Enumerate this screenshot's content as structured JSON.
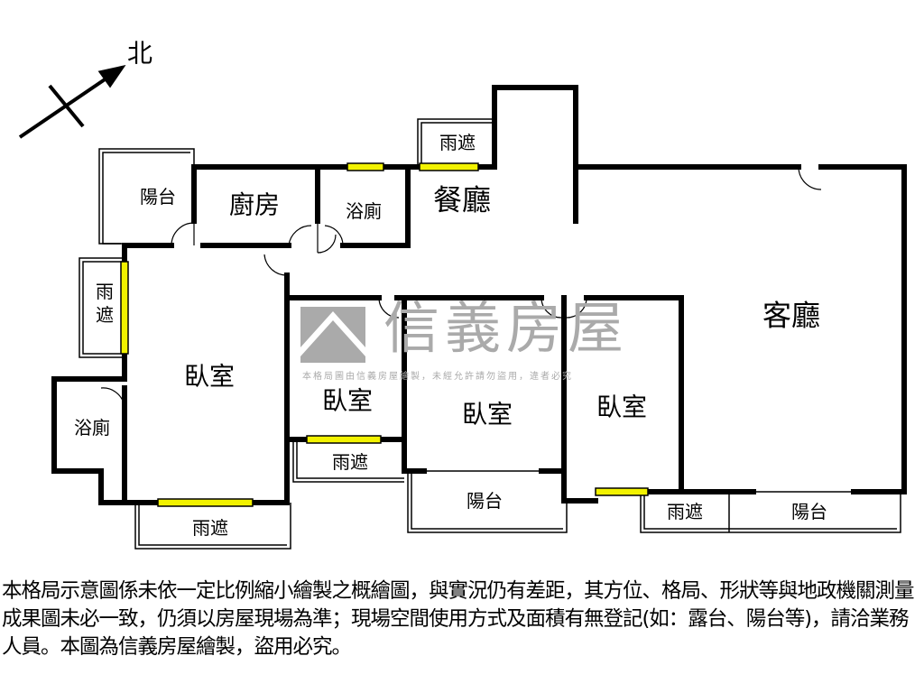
{
  "compass": {
    "label": "北",
    "icon": "north-arrow-icon"
  },
  "rooms": {
    "kitchen": "廚房",
    "bath1": "浴廁",
    "dining": "餐廳",
    "living": "客廳",
    "bedroom_main": "臥室",
    "bedroom2": "臥室",
    "bedroom3": "臥室",
    "bedroom4": "臥室",
    "bath2": "浴廁"
  },
  "balconies": {
    "top_left": "陽台",
    "top_canopy": "雨遮",
    "left_canopy": "雨遮",
    "bottom_left_canopy": "雨遮",
    "bed2_canopy": "雨遮",
    "bed3_balcony": "陽台",
    "bed4_canopy": "雨遮",
    "living_balcony": "陽台"
  },
  "watermark": {
    "brand": "信義房屋",
    "note": "本格局圖由信義房屋繪製，未經允許請勿盜用，違者必究"
  },
  "colors": {
    "wall": "#000000",
    "window": "#f2f200",
    "watermark": "#aaaaaa"
  },
  "disclaimer": "本格局示意圖係未依一定比例縮小繪製之概繪圖，與實況仍有差距，其方位、格局、形狀等與地政機關測量成果圖未必一致，仍須以房屋現場為準；現場空間使用方式及面積有無登記(如：露台、陽台等)，請洽業務人員。本圖為信義房屋繪製，盜用必究。"
}
